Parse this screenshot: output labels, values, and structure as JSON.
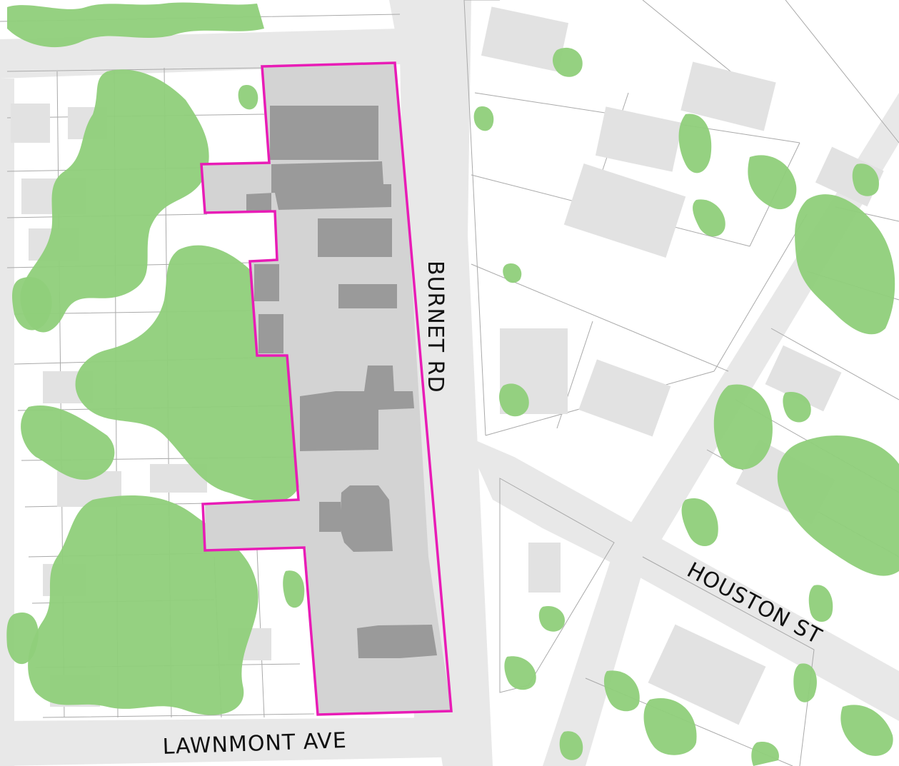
{
  "map": {
    "streets": {
      "burnet": "BURNET RD",
      "houston": "HOUSTON ST",
      "lawnmont": "LAWNMONT AVE"
    },
    "colors": {
      "site_boundary": "#e81cb6",
      "tree_canopy": "#8fcf7a",
      "site_buildings": "#9a9a9a",
      "site_paving": "#d3d3d3",
      "context_buildings": "#e2e2e2",
      "roads": "#e8e8e8"
    }
  }
}
